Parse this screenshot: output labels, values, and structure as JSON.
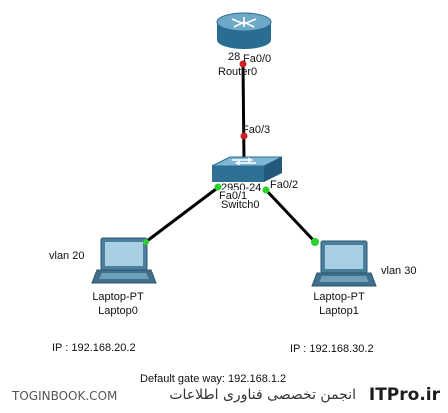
{
  "devices": {
    "router": {
      "model": "28",
      "name": "Router0"
    },
    "switch": {
      "model": "2950-24",
      "name": "Switch0"
    },
    "laptop0": {
      "model": "Laptop-PT",
      "name": "Laptop0",
      "vlan": "vlan 20",
      "ip": "IP : 192.168.20.2"
    },
    "laptop1": {
      "model": "Laptop-PT",
      "name": "Laptop1",
      "vlan": "vlan 30",
      "ip": "IP : 192.168.30.2"
    }
  },
  "ports": {
    "router_fa": "Fa0/0",
    "switch_up": "Fa0/3",
    "switch_left": "Fa0/1",
    "switch_right": "Fa0/2"
  },
  "gateway": "Default gate way: 192.168.1.2",
  "watermark": {
    "site": "ITPro.ir",
    "persian": "انجمن تخصصی فناوری اطلاعات",
    "left": "TOGINBOOK.COM"
  },
  "colors": {
    "link_up": "#2bd12b",
    "link_down": "#d22020",
    "cable": "#000000",
    "device_blue": "#2e6f94"
  }
}
